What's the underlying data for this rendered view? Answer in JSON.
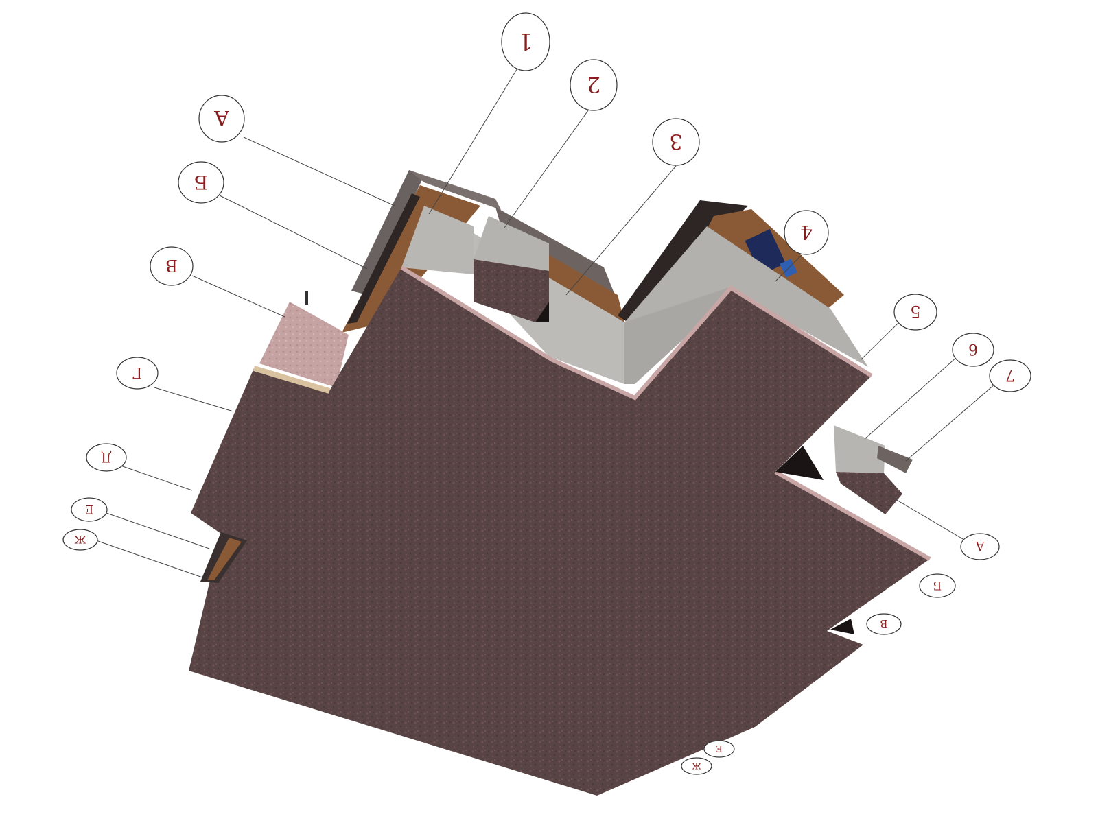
{
  "colors": {
    "brick": "#5b4647",
    "brick_dark": "#4a3a3b",
    "brick_light": "#6e5254",
    "pink_insulation": "#c9a6a6",
    "concrete": "#b9b7b3",
    "concrete_dark": "#9e9c98",
    "wood": "#8a5a36",
    "metal_edge": "#5a5250",
    "label_text": "#8a1e1e",
    "leader": "#444444"
  },
  "axis_labels": {
    "a_top": "А",
    "b_left": "Б",
    "v_left": "В",
    "g_left": "Г",
    "d_left": "Д",
    "e_left": "Е",
    "zh_left": "Ж",
    "n1_top": "1",
    "n2_top": "2",
    "n3_top": "3",
    "n4_top": "4",
    "n5_right": "5",
    "n6_right": "6",
    "n7_right": "7",
    "a_right": "А",
    "b_right": "Б",
    "v_right": "В",
    "e_bottom": "Е",
    "zh_bottom": "Ж"
  }
}
